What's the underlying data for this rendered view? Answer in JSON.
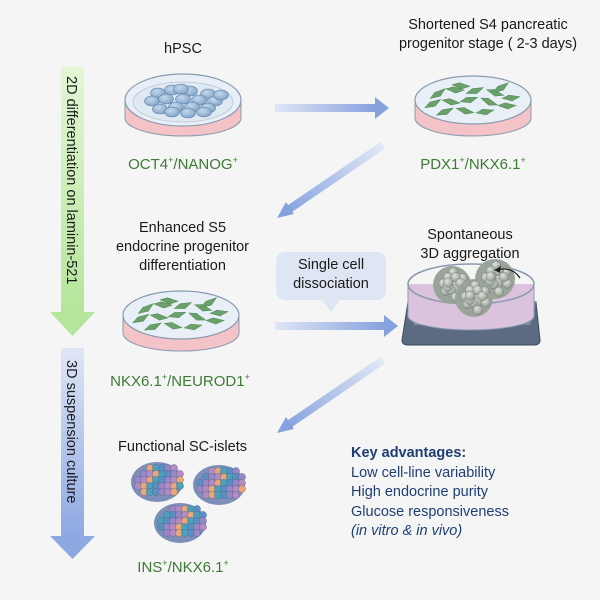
{
  "left_stages": [
    {
      "label": "2D differentiation on laminin-521",
      "color": "#c9ecb0"
    },
    {
      "label": "3D suspension culture",
      "color": "#9fb4e6"
    }
  ],
  "steps": {
    "hpsc": {
      "title": "hPSC",
      "marker": [
        "OCT4",
        "+",
        "/NANOG",
        "+"
      ],
      "illustration": "petri-dish-colonies"
    },
    "s4": {
      "title_lines": [
        "Shortened S4 pancreatic",
        "progenitor stage ( 2-3 days)"
      ],
      "marker": [
        "PDX1",
        "+",
        "/NKX6.1",
        "+"
      ],
      "illustration": "petri-dish-green-cells"
    },
    "s5": {
      "title_lines": [
        "Enhanced S5",
        "endocrine progenitor",
        "differentiation"
      ],
      "marker": [
        "NKX6.1",
        "+",
        "/NEUROD1",
        "+"
      ],
      "illustration": "petri-dish-green-cells"
    },
    "aggregation": {
      "title_lines": [
        "Spontaneous",
        "3D aggregation"
      ],
      "illustration": "dish-on-orbital-shaker"
    },
    "islets": {
      "title": "Functional SC-islets",
      "marker": [
        "INS",
        "+",
        "/NKX6.1",
        "+"
      ],
      "illustration": "islet-clusters"
    }
  },
  "callout": {
    "lines": [
      "Single cell",
      "dissociation"
    ]
  },
  "key_advantages": {
    "heading": "Key advantages:",
    "items": [
      "Low cell-line variability",
      "High endocrine purity",
      "Glucose responsiveness"
    ],
    "note": "(in vitro & in vivo)"
  },
  "colors": {
    "arrow": "#8fa9e0",
    "marker_text": "#3d7a34",
    "advantages_text": "#1f3e73"
  }
}
